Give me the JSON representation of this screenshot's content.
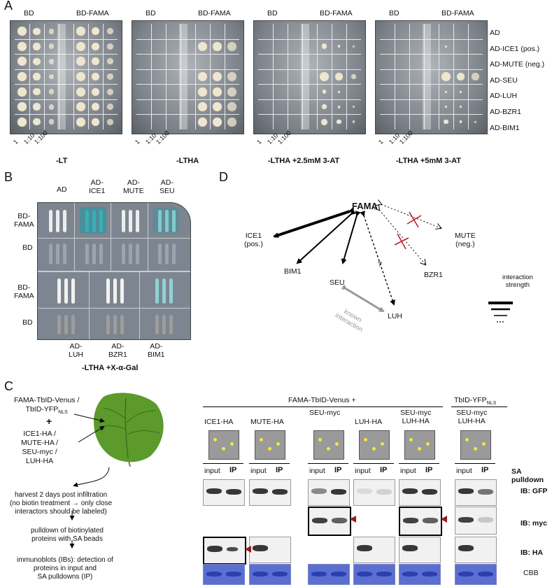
{
  "panelA": {
    "label": "A",
    "col_headers": [
      "BD",
      "BD-FAMA"
    ],
    "conditions": [
      "-LT",
      "-LTHA",
      "-LTHA +2.5mM 3-AT",
      "-LTHA +5mM 3-AT"
    ],
    "dilutions": [
      "1",
      "1:10",
      "1:100"
    ],
    "row_labels": [
      "AD",
      "AD-ICE1 (pos.)",
      "AD-MUTE (neg.)",
      "AD-SEU",
      "AD-LUH",
      "AD-BZR1",
      "AD-BIM1"
    ]
  },
  "panelB": {
    "label": "B",
    "top_cols": [
      "AD",
      "AD-\nICE1",
      "AD-\nMUTE",
      "AD-\nSEU"
    ],
    "bottom_cols": [
      "AD-\nLUH",
      "AD-\nBZR1",
      "AD-\nBIM1"
    ],
    "rows": [
      "BD-\nFAMA",
      "BD",
      "BD-\nFAMA",
      "BD"
    ],
    "condition": "-LTHA +X-α-Gal"
  },
  "panelD": {
    "label": "D",
    "center": "FAMA",
    "nodes": {
      "ice1": "ICE1\n(pos.)",
      "bim1": "BIM1",
      "seu": "SEU",
      "luh": "LUH",
      "bzr1": "BZR1",
      "mute": "MUTE\n(neg.)"
    },
    "question": "?",
    "known": "known\ninteraction",
    "legend_title": "interaction\nstrength"
  },
  "panelC": {
    "label": "C",
    "construct1": "FAMA-TbID-Venus /\nTbID-YFP",
    "nls": "NLS",
    "plus": "+",
    "construct2": "ICE1-HA /\nMUTE-HA /\nSEU-myc /\nLUH-HA",
    "step1": "harvest 2 days post infiltration\n(no biotin treatment → only close\ninteractors should be labeled)",
    "step2": "pulldown of biotinylated\nproteins with SA beads",
    "step3": "immunoblots (IBs): detection of\nproteins in input and\nSA pulldowns (IP)",
    "group_fama": "FAMA-TbID-Venus +",
    "group_tbid": "TbID-YFP",
    "lanes": [
      "ICE1-HA",
      "MUTE-HA",
      "SEU-myc",
      "LUH-HA",
      "SEU-myc\nLUH-HA",
      "SEU-myc\nLUH-HA"
    ],
    "input": "input",
    "ip": "IP",
    "pulldown": "SA pulldown",
    "ib_gfp": "IB: GFP",
    "ib_myc": "IB: myc",
    "ib_ha": "IB: HA",
    "cbb": "CBB"
  },
  "colors": {
    "arrow_red": "#9b1b1b",
    "cbb_blue": "#5a6fd0",
    "xgal_blue": "#2e8f9a"
  }
}
